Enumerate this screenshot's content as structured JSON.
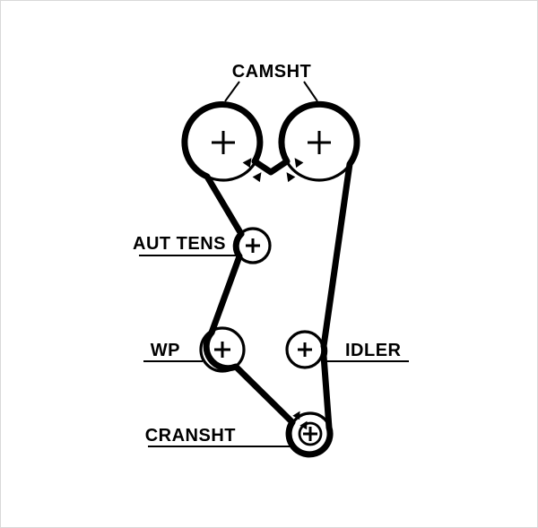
{
  "diagram": {
    "type": "timing-belt-routing",
    "labels": {
      "camshaft": "CAMSHT",
      "tensioner": "AUT TENS",
      "water_pump": "WP",
      "idler": "IDLER",
      "crankshaft": "CRANSHT"
    },
    "colors": {
      "line": "#000000",
      "background": "#ffffff"
    }
  }
}
